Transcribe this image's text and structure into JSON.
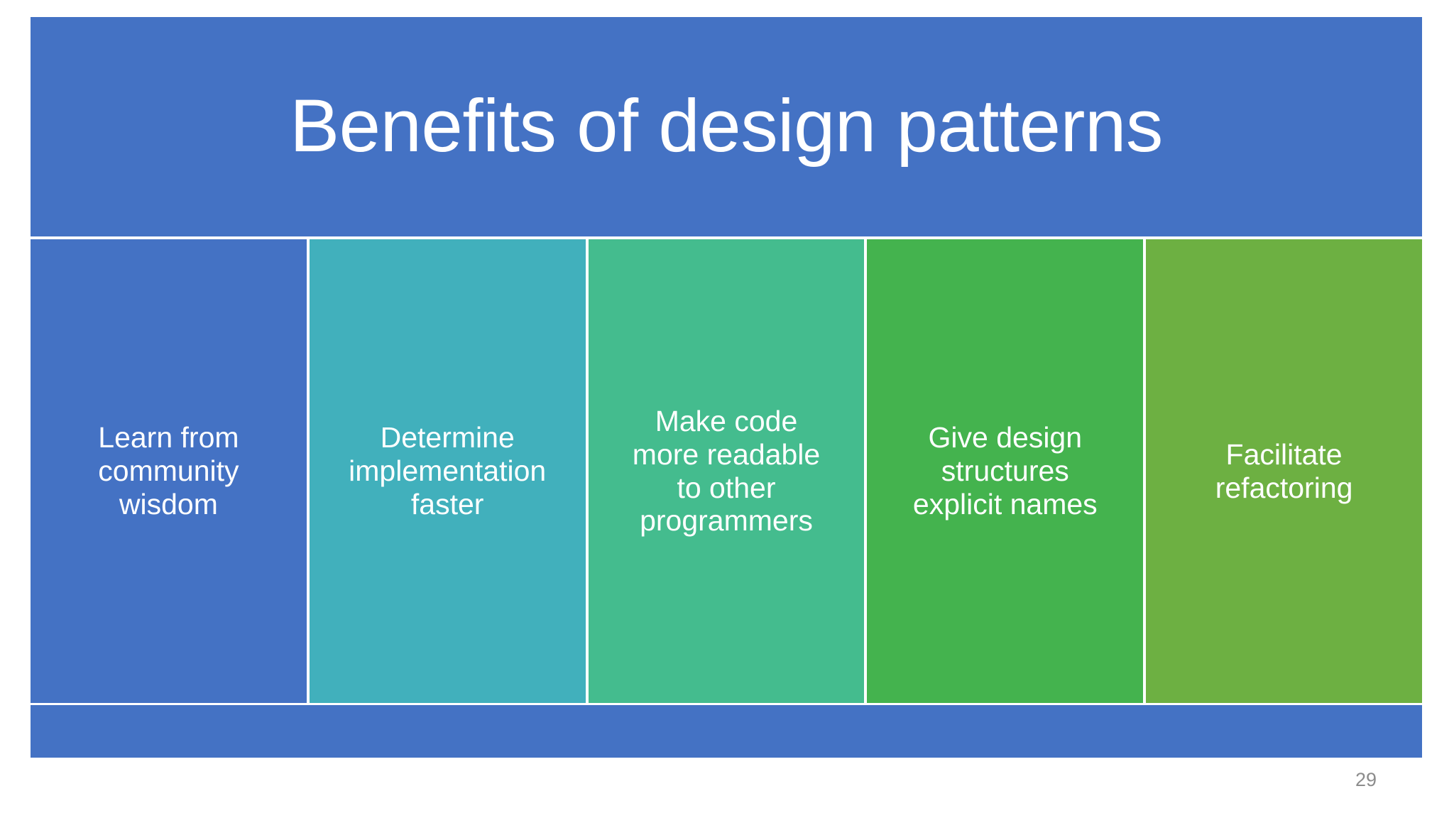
{
  "slide": {
    "title": "Benefits of design patterns",
    "title_color": "#FFFFFF",
    "banner_color": "#4472C4",
    "background_color": "#FFFFFF",
    "bottom_bar_color": "#4472C4",
    "slide_number": "29",
    "slide_number_color": "#8C8C8C"
  },
  "columns": [
    {
      "label": "Learn from\ncommunity\nwisdom",
      "color": "#4472C4",
      "text_color": "#FFFFFF"
    },
    {
      "label": "Determine\nimplementation\nfaster",
      "color": "#41B0BC",
      "text_color": "#FFFFFF"
    },
    {
      "label": "Make code\nmore readable\nto other\nprogrammers",
      "color": "#44BC8E",
      "text_color": "#FFFFFF"
    },
    {
      "label": "Give design\nstructures\nexplicit names",
      "color": "#44B34E",
      "text_color": "#FFFFFF"
    },
    {
      "label": "Facilitate\nrefactoring",
      "color": "#6DB042",
      "text_color": "#FFFFFF"
    }
  ]
}
